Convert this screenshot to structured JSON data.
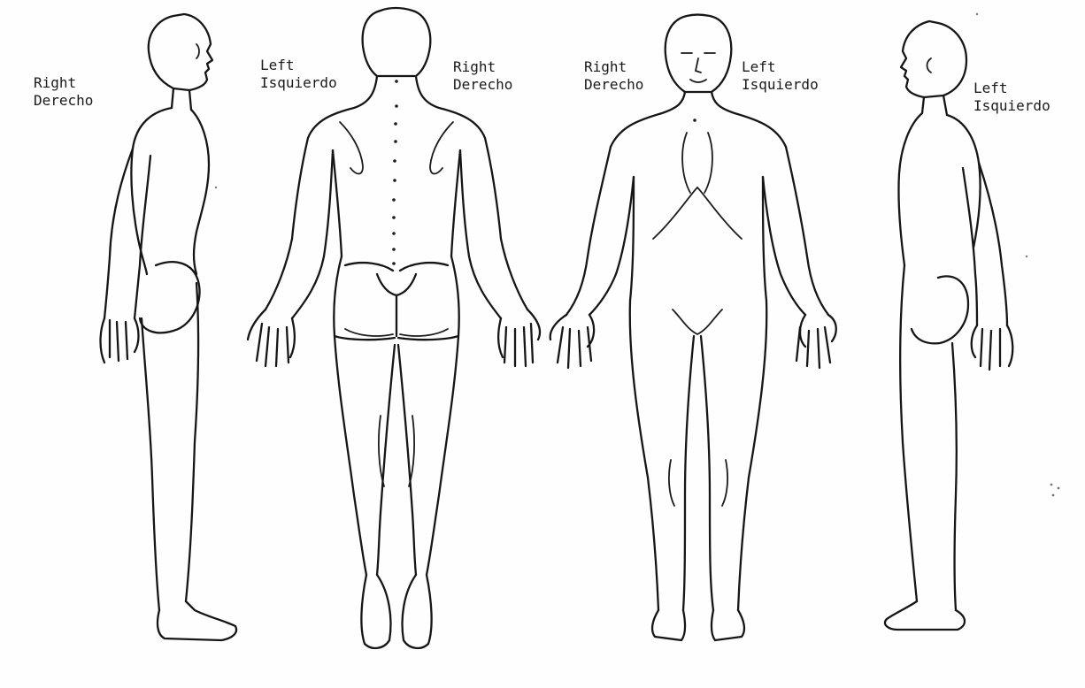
{
  "labels": {
    "side_right": {
      "en": "Right",
      "es": "Derecho"
    },
    "back_left": {
      "en": "Left",
      "es": "Isquierdo"
    },
    "back_right": {
      "en": "Right",
      "es": "Derecho"
    },
    "front_right": {
      "en": "Right",
      "es": "Derecho"
    },
    "front_left": {
      "en": "Left",
      "es": "Isquierdo"
    },
    "side_left": {
      "en": "Left",
      "es": "Isquierdo"
    }
  }
}
